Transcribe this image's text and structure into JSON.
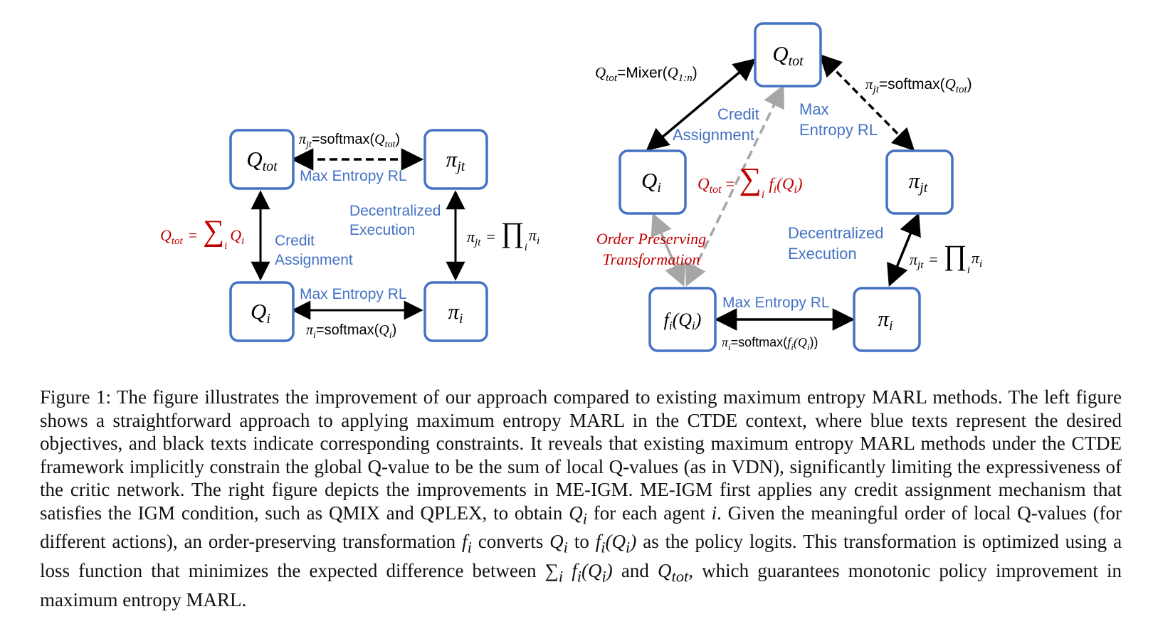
{
  "colors": {
    "node_border": "#4472C4",
    "blue_text": "#4472C4",
    "red_text": "#C00000",
    "gray_arrow": "#A6A6A6",
    "black": "#000000"
  },
  "left_diagram": {
    "nodes": {
      "qtot": "Q",
      "qtot_sub": "tot",
      "pijt": "π",
      "pijt_sub": "jt",
      "qi": "Q",
      "qi_sub": "i",
      "pii": "π",
      "pii_sub": "i"
    },
    "top_constraint": {
      "pi": "π",
      "pi_sub": "jt",
      "eq": "=softmax(",
      "q": "Q",
      "q_sub": "tot",
      "close": ")"
    },
    "top_objective": "Max Entropy RL",
    "left_constraint": {
      "q": "Q",
      "q_sub": "tot",
      "eq": "=",
      "sum": "∑",
      "sum_sub": "i",
      "qi": "Q",
      "qi_sub": "i"
    },
    "credit_assignment": [
      "Credit",
      "Assignment"
    ],
    "decentralized_execution": [
      "Decentralized",
      "Execution"
    ],
    "right_constraint": {
      "pi": "π",
      "pi_sub": "jt",
      "eq": "=",
      "prod": "∏",
      "prod_sub": "i",
      "pii": "π",
      "pii_sub": "i"
    },
    "bottom_objective": "Max Entropy RL",
    "bottom_constraint": {
      "pi": "π",
      "pi_sub": "i",
      "eq": "=softmax(",
      "q": "Q",
      "q_sub": "i",
      "close": ")"
    }
  },
  "right_diagram": {
    "nodes": {
      "qtot": "Q",
      "qtot_sub": "tot",
      "qi": "Q",
      "qi_sub": "i",
      "pijt": "π",
      "pijt_sub": "jt",
      "fq": "f",
      "fq_sub": "i",
      "fq_arg": "(Q",
      "fq_arg_sub": "i",
      "fq_close": ")",
      "pii": "π",
      "pii_sub": "i"
    },
    "mixer_constraint": {
      "q": "Q",
      "q_sub": "tot",
      "eq": "=Mixer(",
      "q2": "Q",
      "q2_sub": "1:n",
      "close": ")"
    },
    "softmax_constraint": {
      "pi": "π",
      "pi_sub": "jt",
      "eq": "=softmax(",
      "q": "Q",
      "q_sub": "tot",
      "close": ")"
    },
    "credit_assignment": [
      "Credit",
      "Assignment"
    ],
    "max_entropy_rl": [
      "Max",
      "Entropy RL"
    ],
    "sum_constraint": {
      "q": "Q",
      "q_sub": "tot",
      "eq": "=",
      "sum": "∑",
      "sum_sub": "i",
      "f": "f",
      "f_sub": "i",
      "arg": "(Q",
      "arg_sub": "i",
      "close": ")"
    },
    "order_preserving": [
      "Order Preserving",
      "Transformation"
    ],
    "decentralized_execution": [
      "Decentralized",
      "Execution"
    ],
    "prod_constraint": {
      "pi": "π",
      "pi_sub": "jt",
      "eq": "=",
      "prod": "∏",
      "prod_sub": "i",
      "pii": "π",
      "pii_sub": "i"
    },
    "bottom_objective": "Max Entropy RL",
    "bottom_constraint": {
      "pi": "π",
      "pi_sub": "i",
      "eq": "=softmax(",
      "f": "f",
      "f_sub": "i",
      "arg": "(Q",
      "arg_sub": "i",
      "close": "))"
    }
  },
  "caption": {
    "p1": "Figure 1: The figure illustrates the improvement of our approach compared to existing maximum entropy MARL methods. The left figure shows a straightforward approach to applying maximum entropy MARL in the CTDE context, where blue texts represent the desired objectives, and black texts indicate corresponding constraints. It reveals that existing maximum entropy MARL methods under the CTDE framework implicitly constrain the global Q-value to be the sum of local Q-values (as in VDN), significantly limiting the expressiveness of the critic network. The right figure depicts the improvements in ME-IGM. ME-IGM first applies any credit assignment mechanism that satisfies the IGM condition, such as QMIX and QPLEX, to obtain",
    "m1": "Q",
    "m1_sub": "i",
    "p2": "for each agent",
    "m2": "i",
    "p3": ". Given the meaningful order of local Q-values (for different actions), an order-preserving transformation",
    "m3": "f",
    "m3_sub": "i",
    "p4": "converts",
    "m4": "Q",
    "m4_sub": "i",
    "p5": "to",
    "m5": "f",
    "m5_sub": "i",
    "m5_arg": "(Q",
    "m5_arg_sub": "i",
    "m5_close": ")",
    "p6": "as the policy logits. This transformation is optimized using a loss function that minimizes the expected difference between",
    "m6_sum": "∑",
    "m6_sum_sub": "i",
    "m6_f": "f",
    "m6_f_sub": "i",
    "m6_arg": "(Q",
    "m6_arg_sub": "i",
    "m6_close": ")",
    "p7": "and",
    "m7": "Q",
    "m7_sub": "tot",
    "p8": ", which guarantees monotonic policy improvement in maximum entropy MARL."
  }
}
